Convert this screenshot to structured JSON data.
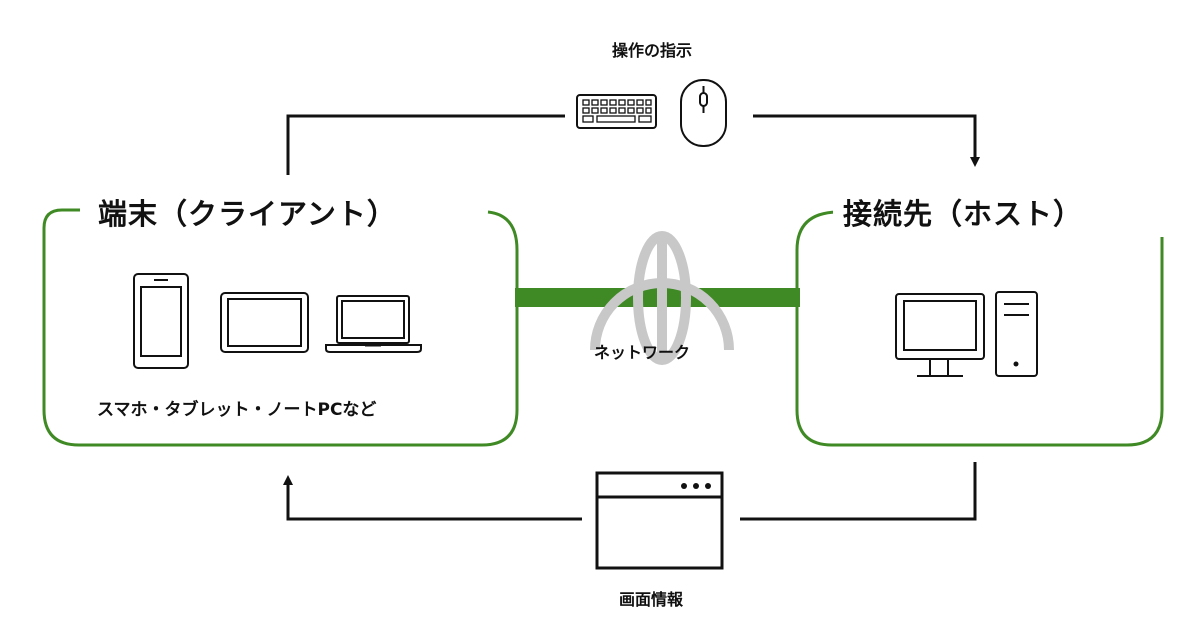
{
  "client": {
    "title": "端末（クライアント）",
    "devices_label": "スマホ・タブレット・ノートPCなど",
    "icons": [
      "smartphone-icon",
      "tablet-icon",
      "laptop-icon"
    ]
  },
  "host": {
    "title": "接続先（ホスト）",
    "icons": [
      "monitor-icon",
      "pc-tower-icon"
    ]
  },
  "network": {
    "label": "ネットワーク",
    "icon": "globe-icon"
  },
  "operation": {
    "label": "操作の指示",
    "icons": [
      "keyboard-icon",
      "mouse-icon"
    ]
  },
  "screen": {
    "label": "画面情報",
    "icon": "window-icon"
  },
  "colors": {
    "accent_green": "#3f8a24",
    "globe_gray": "#c8c8c8",
    "line": "#111111"
  }
}
